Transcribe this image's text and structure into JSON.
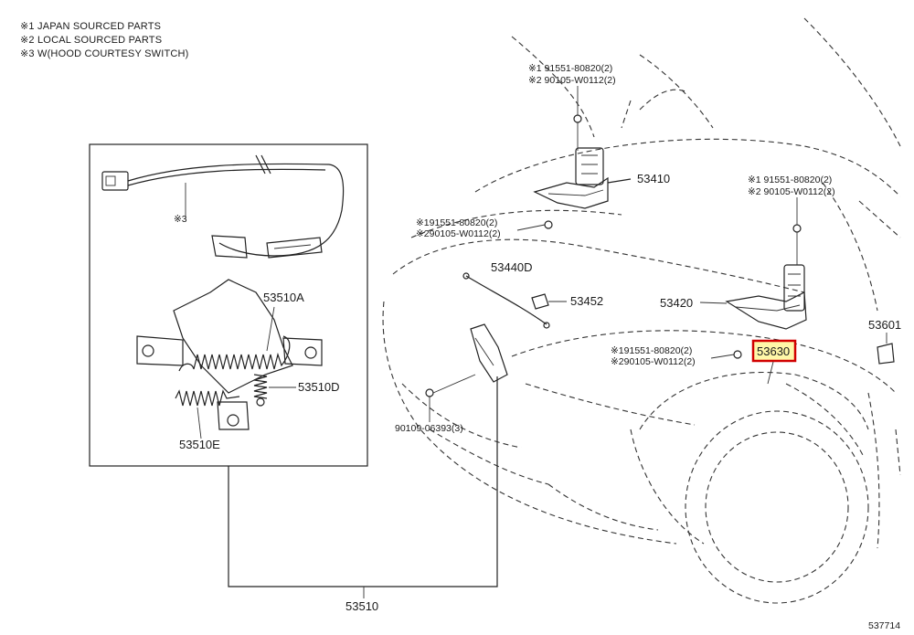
{
  "notes": [
    "※1 JAPAN SOURCED PARTS",
    "※2 LOCAL SOURCED PARTS",
    "※3 W(HOOD COURTESY SWITCH)"
  ],
  "inset_callout": "※3",
  "parts": {
    "p53410": "53410",
    "p53420": "53420",
    "p53440D": "53440D",
    "p53452": "53452",
    "p53601": "53601",
    "p53630": "53630",
    "p53510": "53510",
    "p53510A": "53510A",
    "p53510D": "53510D",
    "p53510E": "53510E",
    "p90109": "90109-06393(3)"
  },
  "bolts": {
    "top": [
      "※1 91551-80820(2)",
      "※2 90105-W0112(2)"
    ],
    "left": [
      "※191551-80820(2)",
      "※290105-W0112(2)"
    ],
    "right": [
      "※1 91551-80820(2)",
      "※2 90105-W0112(2)"
    ],
    "middle": [
      "※191551-80820(2)",
      "※290105-W0112(2)"
    ]
  },
  "diagram_id": "537714",
  "highlight_color": "#d10000"
}
